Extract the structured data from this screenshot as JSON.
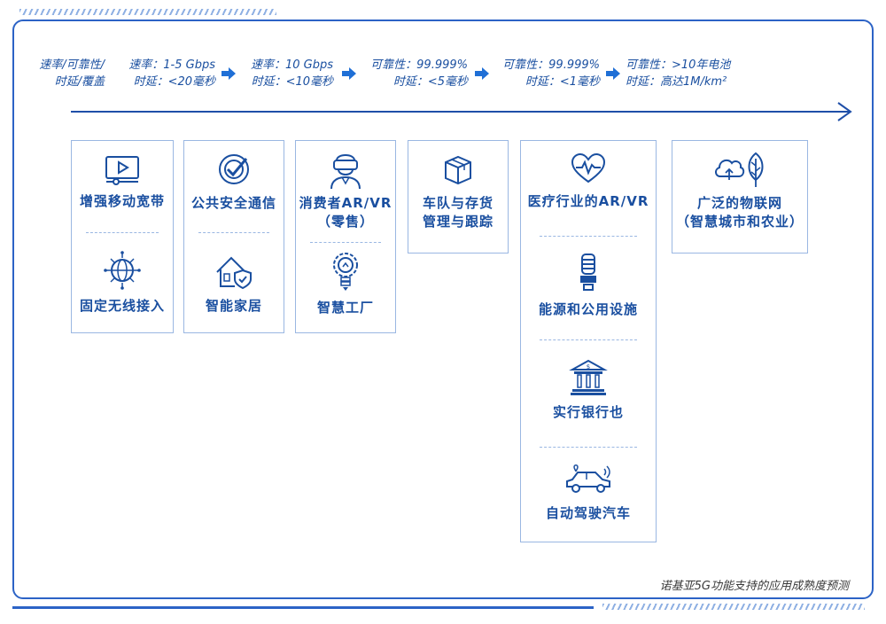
{
  "header_label": [
    "速率/可靠性/",
    "时延/覆盖"
  ],
  "stages": [
    {
      "line1": "速率：1-5 Gbps",
      "line2": "时延：<20毫秒"
    },
    {
      "line1": "速率：10 Gbps",
      "line2": "时延：<10毫秒"
    },
    {
      "line1": "可靠性：99.999%",
      "line2": "时延：<5毫秒"
    },
    {
      "line1": "可靠性：99.999%",
      "line2": "时延：<1毫秒"
    },
    {
      "line1": "可靠性：>10年电池",
      "line2": "时延：高达1M/km²"
    }
  ],
  "columns": [
    {
      "items": [
        {
          "icon": "video-screen-icon",
          "label": [
            "增强移动宽带"
          ]
        },
        {
          "icon": "globe-network-icon",
          "label": [
            "固定无线接入"
          ]
        }
      ]
    },
    {
      "items": [
        {
          "icon": "security-check-icon",
          "label": [
            "公共安全通信"
          ]
        },
        {
          "icon": "smart-home-shield-icon",
          "label": [
            "智能家居"
          ]
        }
      ]
    },
    {
      "items": [
        {
          "icon": "vr-headset-person-icon",
          "label": [
            "消费者AR/VR",
            "（零售）"
          ]
        },
        {
          "icon": "lightbulb-gear-icon",
          "label": [
            "智慧工厂"
          ]
        }
      ]
    },
    {
      "items": [
        {
          "icon": "package-box-icon",
          "label": [
            "车队与存货",
            "管理与跟踪"
          ]
        }
      ]
    },
    {
      "items": [
        {
          "icon": "heart-pulse-icon",
          "label": [
            "医疗行业的AR/VR"
          ]
        },
        {
          "icon": "energy-bulb-icon",
          "label": [
            "能源和公用设施"
          ]
        },
        {
          "icon": "bank-icon",
          "label": [
            "实行银行也"
          ]
        },
        {
          "icon": "connected-car-icon",
          "label": [
            "自动驾驶汽车"
          ]
        }
      ]
    },
    {
      "items": [
        {
          "icon": "cloud-leaf-icon",
          "label": [
            "广泛的物联网",
            "（智慧城市和农业）"
          ]
        }
      ]
    }
  ],
  "caption": "诺基亚5G功能支持的应用成熟度预测",
  "colors": {
    "primary": "#1a4fa0",
    "frame": "#2c63c6",
    "card_border": "#9ab7e2"
  }
}
